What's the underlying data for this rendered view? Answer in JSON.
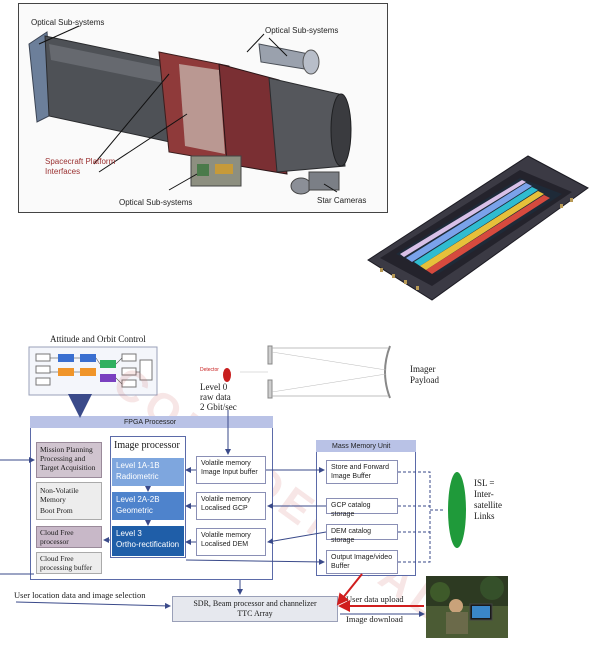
{
  "telescope": {
    "labels": {
      "optical_top_left": "Optical Sub-systems",
      "optical_top_right": "Optical Sub-systems",
      "platform": "Spacecraft Platform Interfaces",
      "optical_bottom": "Optical Sub-systems",
      "star_cameras": "Star Cameras"
    }
  },
  "block": {
    "aoc_title": "Attitude and Orbit Control",
    "detector": "Detector",
    "level0": [
      "Level 0",
      "raw data",
      "2 Gbit/sec"
    ],
    "imager_payload": [
      "Imager",
      "Payload"
    ],
    "fpga_title": "FPGA Processor",
    "image_processor": "Image processor",
    "mission_planning": [
      "Mission Planning",
      "Processing and",
      "Target Acquisition"
    ],
    "nonvolatile": [
      "Non-Volatile",
      "Memory",
      "Boot Prom"
    ],
    "cloud_free_processor": [
      "Cloud Free",
      "processor"
    ],
    "cloud_free_buffer": [
      "Cloud Free",
      "processing buffer"
    ],
    "level1": [
      "Level 1A-1B",
      "Radiometric"
    ],
    "level2": [
      "Level 2A-2B",
      "Geometric"
    ],
    "level3": [
      "Level 3",
      "Ortho-rectification"
    ],
    "vol1": [
      "Volatile memory",
      "Image Input buffer"
    ],
    "vol2": [
      "Volatile memory",
      "Localised GCP"
    ],
    "vol3": [
      "Volatile memory",
      "Localised DEM"
    ],
    "mmu_title": "Mass Memory Unit",
    "mmu_store": [
      "Store and Forward",
      "Image Buffer"
    ],
    "mmu_gcp": "GCP catalog storage",
    "mmu_dem": "DEM catalog storage",
    "mmu_output": [
      "Output Image/video",
      "Buffer"
    ],
    "isl": [
      "ISL =",
      "Inter-",
      "satellite",
      "Links"
    ],
    "user_location": "User location data and image selection",
    "sdr": [
      "SDR, Beam processor and channelizer",
      "TTC Array"
    ],
    "user_upload": "User data upload",
    "image_download": "Image download",
    "watermark": "CONFIDENTIAL"
  }
}
